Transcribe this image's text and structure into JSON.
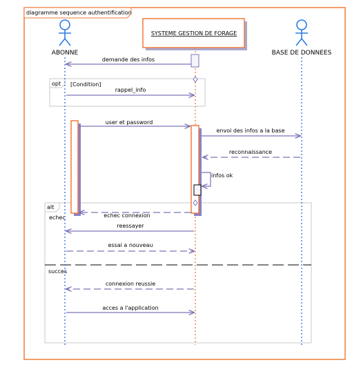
{
  "frame": {
    "title": "diagramme sequence authentification",
    "border_color": "#f07a3a"
  },
  "lifelines": [
    {
      "id": "abonne",
      "label": "ABONNE",
      "kind": "actor"
    },
    {
      "id": "systeme",
      "label": "SYSTEME GESTION DE FORAGE",
      "kind": "object"
    },
    {
      "id": "base",
      "label": "BASE DE DONNEES",
      "kind": "actor"
    }
  ],
  "fragments": {
    "opt": {
      "operator": "opt",
      "guard": "[Condition]"
    },
    "alt": {
      "operator": "alt",
      "op1": "echec",
      "op2": "succes"
    }
  },
  "messages": [
    {
      "label": "demande des infos",
      "style": "solid"
    },
    {
      "label": "rappel_info",
      "style": "solid"
    },
    {
      "label": "user et password",
      "style": "solid"
    },
    {
      "label": "envoi des infos a la base",
      "style": "solid"
    },
    {
      "label": "reconnaissance",
      "style": "dashed"
    },
    {
      "label": "infos ok",
      "style": "solid"
    },
    {
      "label": "echec connexion",
      "style": "dashed"
    },
    {
      "label": "reessayer",
      "style": "solid"
    },
    {
      "label": "essai a nouveau",
      "style": "dashed"
    },
    {
      "label": "connexion reussie",
      "style": "dashed"
    },
    {
      "label": "acces a l'application",
      "style": "solid"
    }
  ],
  "colors": {
    "accent": "#f07a3a",
    "lifeline": "#2a6fdb",
    "actor": "#2a7de1",
    "arrow": "#7b74b8",
    "fragment": "#c8c8c8"
  }
}
